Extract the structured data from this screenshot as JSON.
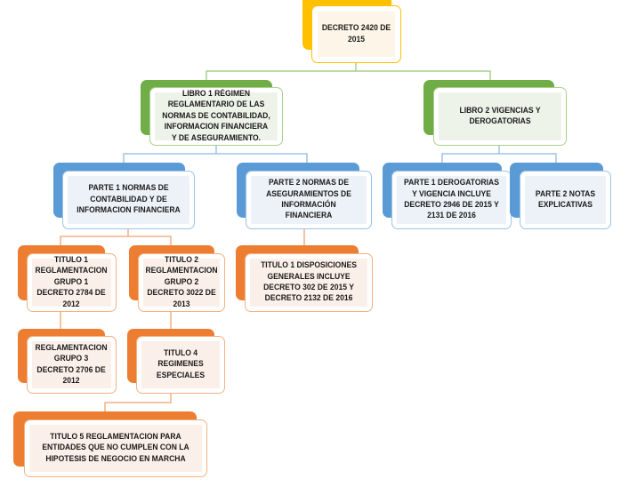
{
  "colors": {
    "root": "#FFC000",
    "libro": "#70AD47",
    "parte": "#5B9BD5",
    "titulo": "#ED7D31"
  },
  "nodes": {
    "root": "DECRETO 2420 DE 2015",
    "libro1": "LIBRO 1 RÉGIMEN REGLAMENTARIO DE LAS NORMAS DE CONTABILIDAD, INFORMACION FINANCIERA Y DE ASEGURAMIENTO.",
    "libro2": "LIBRO 2 VIGENCIAS Y DEROGATORIAS",
    "l1_parte1": "PARTE 1 NORMAS DE CONTABILIDAD Y DE INFORMACION FINANCIERA",
    "l1_parte2": "PARTE 2 NORMAS DE ASEGURAMIENTOS DE INFORMACIÓN FINANCIERA",
    "l2_parte1": "PARTE 1 DEROGATORIAS Y VIGENCIA INCLUYE DECRETO 2946 DE 2015 Y 2131 DE 2016",
    "l2_parte2": "PARTE 2 NOTAS EXPLICATIVAS",
    "titulo1": "TITULO 1 REGLAMENTACION GRUPO 1 DECRETO 2784 DE 2012",
    "titulo2": "TITULO 2 REGLAMENTACION GRUPO 2 DECRETO 3022 DE 2013",
    "p2_titulo1": "TITULO 1 DISPOSICIONES GENERALES INCLUYE DECRETO 302 DE 2015 Y DECRETO 2132 DE 2016",
    "titulo3": "REGLAMENTACION GRUPO 3 DECRETO 2706 DE 2012",
    "titulo4": "TITULO 4 REGIMENES ESPECIALES",
    "titulo5": "TITULO 5 REGLAMENTACION PARA ENTIDADES QUE NO CUMPLEN CON LA HIPOTESIS DE NEGOCIO EN MARCHA"
  }
}
